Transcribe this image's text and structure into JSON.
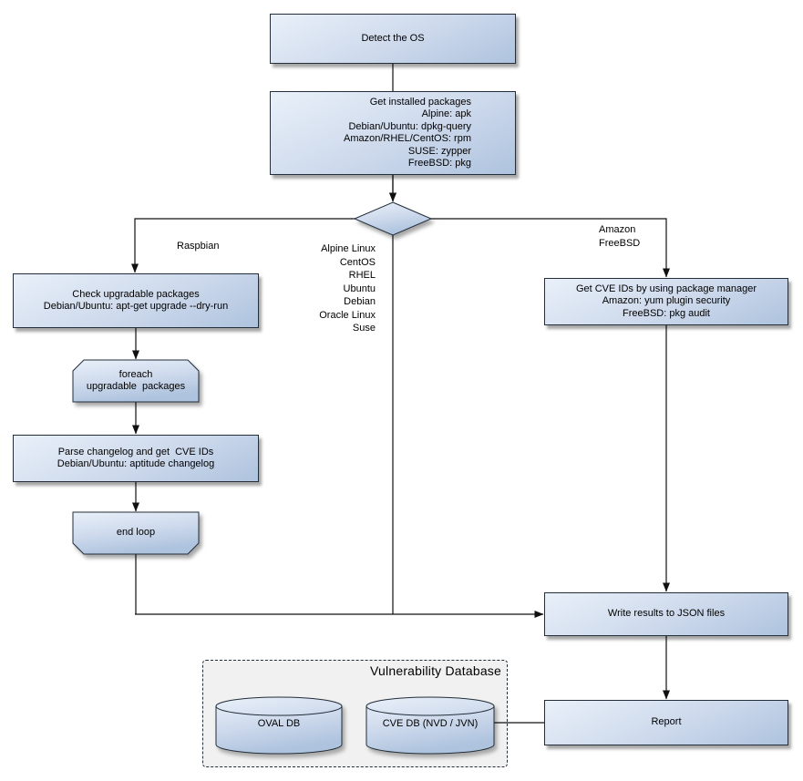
{
  "nodes": {
    "detect_os": {
      "label": "Detect the OS"
    },
    "get_installed_packages": {
      "lines": [
        "Get installed packages",
        "Alpine: apk",
        "Debian/Ubuntu: dpkg-query",
        "Amazon/RHEL/CentOS: rpm",
        "SUSE: zypper",
        "FreeBSD: pkg"
      ]
    },
    "check_upgradable": {
      "lines": [
        "Check upgradable packages",
        "Debian/Ubuntu: apt-get upgrade --dry-run"
      ]
    },
    "foreach_loop": {
      "lines": [
        "foreach",
        "upgradable  packages"
      ]
    },
    "parse_changelog": {
      "lines": [
        "Parse changelog and get  CVE IDs",
        "Debian/Ubuntu: aptitude changelog"
      ]
    },
    "end_loop": {
      "label": "end loop"
    },
    "get_cve_ids": {
      "lines": [
        "Get CVE IDs by using package manager",
        "Amazon: yum plugin security",
        "FreeBSD: pkg audit"
      ]
    },
    "write_json": {
      "label": "Write results to JSON files"
    },
    "report": {
      "label": "Report"
    },
    "oval_db": {
      "label": "OVAL DB"
    },
    "cve_db": {
      "label": "CVE DB (NVD / JVN)"
    }
  },
  "edge_labels": {
    "raspbian": "Raspbian",
    "middle": [
      "Alpine Linux",
      "CentOS",
      "RHEL",
      "Ubuntu",
      "Debian",
      "Oracle Linux",
      "Suse"
    ],
    "amazon_freebsd": [
      "Amazon",
      "FreeBSD"
    ]
  },
  "group": {
    "title": "Vulnerability Database"
  },
  "colors": {
    "node_fill_top": "#e9f0f9",
    "node_fill_bottom": "#aec3de",
    "node_border": "#222e3a",
    "line": "#111111",
    "group_fill": "#f1f1f1",
    "shadow": "rgba(0,0,0,0.35)"
  }
}
